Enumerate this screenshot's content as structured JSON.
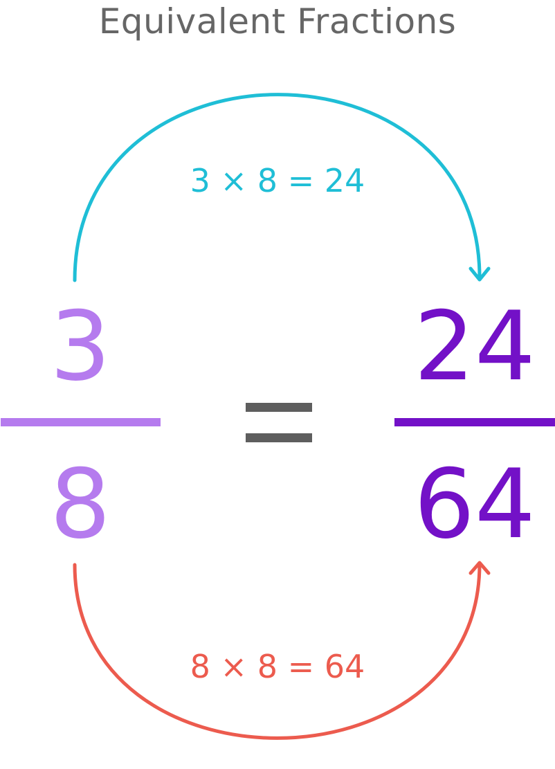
{
  "title": "Equivalent Fractions",
  "left_fraction": {
    "numerator": "3",
    "denominator": "8"
  },
  "equals_sign": "=",
  "right_fraction": {
    "numerator": "24",
    "denominator": "64"
  },
  "top_step": {
    "text": "3 × 8 = 24"
  },
  "bottom_step": {
    "text": "8 × 8 = 64"
  },
  "colors": {
    "title": "#666666",
    "left_fraction": "#b57bee",
    "right_fraction": "#7311c7",
    "equals": "#5e5e5e",
    "top_arrow": "#1fbed6",
    "bottom_arrow": "#ec5b4e"
  }
}
